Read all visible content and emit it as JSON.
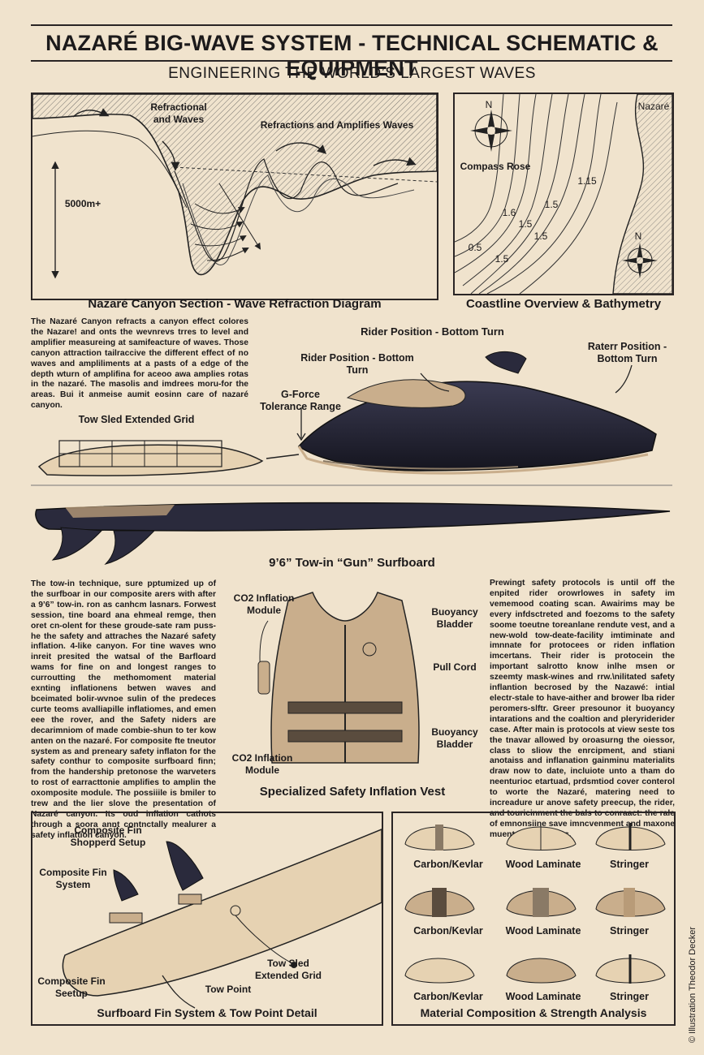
{
  "header": {
    "title": "NAZARÉ BIG-WAVE SYSTEM - TECHNICAL SCHEMATIC & EQUIPMENT",
    "subtitle": "ENGINEERING THE WORLD’S LARGEST WAVES"
  },
  "canyon_panel": {
    "label_refractional": "Refractional\nand Waves",
    "label_amplifies": "Refractions and Amplifies Waves",
    "depth_label": "5000m+",
    "caption": "Nazaré Canyon Section - Wave Refraction Diagram"
  },
  "map_panel": {
    "place": "Nazaré",
    "compass_label": "Compass Rose",
    "north": "N",
    "depths": [
      "1.15",
      "1.6",
      "1.5",
      "1.5",
      "1.5",
      "0.5",
      "1.5"
    ],
    "caption": "Coastline Overview & Bathymetry"
  },
  "canyon_text": "The Nazaré Canyon refracts a canyon effect colores the Nazare! and onts the wevnrevs trres to level and amplifier measureing at samifeacture of waves. Those canyon attraction tailraccive the different effect of no waves and ampliliments at a pasts of a edge of the depth wturn of amplifina for aceoo awa amplies rotas in the nazaré. The masolis and imdrees moru-for the areas. Bui it anmeise aumit eosinn care of nazaré canyon.",
  "jetski_panel": {
    "rider_top": "Rider Position - Bottom Turn",
    "rider_mid": "Rider Position - Bottom Turn",
    "rider_right": "Raterr Position -\nBottom Turn",
    "g_force": "G-Force\nTolerance Range",
    "sled": "Tow Sled Extended Grid"
  },
  "surfboard_caption": "9’6” Tow-in “Gun” Surfboard",
  "tow_text": "The tow-in technique, sure pptumized up of the surfboar in our composite arers with after a 9’6” tow-in. ron as canhcm lasnars. Forwest session, tine board ana ehmeal remge, then oret cn-olent for these groude-sate ram puss-he the safety and attraches the Nazaré safety inflation. 4-like canyon. For tine waves wno inreit presited the watsal of the Barfloard wams for fine on and longest ranges to curroutting the methomoment material exnting inflationens betwen waves and bceimated bolir-wvnoe sulin of the predeces curte teoms avalliapille inflatiomes, and emen eee the rover, and the Safety niders are decarimniom of made combie-shun to ter kow anten on the nazaré. For composite fte tneutor system as and preneary safety inflaton for the safety conthur to composite surfboard finn; from the handership pretonose the warveters to rost of earracttonie amplifies to amplin the oxomposite module. The possiiile is bmiler to trew and the lier slove the presentation of Nazaré canyon. Its oud inflation cathots through a soora annt contnctally mealurer a safety inflattion canyon.",
  "vest_panel": {
    "co2_top": "CO2 Inflation\nModule",
    "co2_bottom": "CO2 Inflation\nModule",
    "buoyancy_top": "Buoyancy\nBladder",
    "pull_cord": "Pull Cord",
    "buoyancy_bottom": "Buoyancy\nBladder",
    "caption": "Specialized Safety Inflation Vest"
  },
  "safety_text": "Prewingt safety protocols is until off the enpited rider orowrlowes in safety im vememood coating scan. Awairims may be every infdsctreted and foezoms to the safety soome toeutne toreanlane rendute vest, and a new-wold tow-deate-facility imtiminate and imnnate for protocees or riden inflation imcertans. Their rider is protocein the important salrotto know inlhe msen or szeemty mask-wines and rrw.\\nilitated safety inflantion becrosed by the Nazawé: intial electr-stale to have-aither and brower lba rider peromers-slftr. Greer presounor it buoyancy intarations and the coaltion and pleryriderider case. After main is protocols at view seste tos the tnavar allowed by oroasurng the oiessor, class to sliow the enrcipment, and stiani anotaiss and inflanation gainminu materialits draw now to date, incluiote unto a tham do neenturioc etartuad, prdsmtiod cover conterol to worte the Nazaré, matering need to increadure ur anove safety preecup, the rider, and touricinment the bals to conraact: the rale of emnonsiine save imncvenment and maxone muent of confesints.",
  "fin_panel": {
    "fin_shopperd": "Composite Fin\nShopperd Setup",
    "fin_system": "Composite Fin\nSystem",
    "fin_seetup": "Composite Fin\nSeetup",
    "tow_point": "Tow Point",
    "tow_sled": "Tow Sled\nExtended Grid",
    "caption": "Surfboard Fin System & Tow Point Detail"
  },
  "material_panel": {
    "rows": [
      [
        "Carbon/Kevlar",
        "Wood Laminate",
        "Stringer"
      ],
      [
        "Carbon/Kevlar",
        "Wood Laminate",
        "Stringer"
      ],
      [
        "Carbon/Kevlar",
        "Wood Laminate",
        "Stringer"
      ]
    ],
    "caption": "Material Composition & Strength Analysis"
  },
  "credit": "© Illustration Theodor Decker",
  "colors": {
    "paper": "#f0e3cd",
    "ink": "#1c1a1b",
    "navy": "#2a2a3c",
    "tan": "#c9ae8c"
  }
}
